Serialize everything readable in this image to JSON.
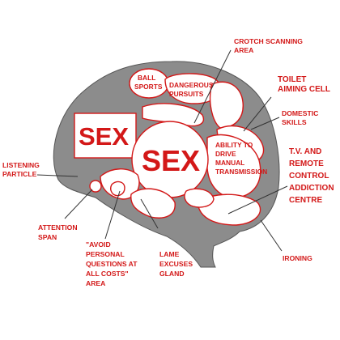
{
  "diagram": {
    "center_big": "SEX",
    "left_box": "SEX",
    "inner_labels": {
      "ball_sports": [
        "BALL",
        "SPORTS"
      ],
      "dangerous_pursuits": [
        "DANGEROUS",
        "PURSUITS"
      ],
      "drive_manual": [
        "ABILITY TO",
        "DRIVE",
        "MANUAL",
        "TRANSMISSION"
      ]
    },
    "outer_labels": {
      "crotch_scanning": [
        "CROTCH SCANNING",
        "AREA"
      ],
      "toilet_aiming": [
        "TOILET",
        "AIMING CELL"
      ],
      "domestic_skills": [
        "DOMESTIC",
        "SKILLS"
      ],
      "tv_remote": [
        "T.V. AND",
        "REMOTE",
        "CONTROL",
        "ADDICTION",
        "CENTRE"
      ],
      "listening": [
        "LISTENING",
        "PARTICLE"
      ],
      "attention": [
        "ATTENTION",
        "SPAN"
      ],
      "avoid_questions": [
        "\"AVOID",
        "PERSONAL",
        "QUESTIONS AT",
        "ALL COSTS\"",
        "AREA"
      ],
      "lame_excuses": [
        "LAME",
        "EXCUSES",
        "GLAND"
      ],
      "ironing": [
        "IRONING"
      ]
    }
  }
}
